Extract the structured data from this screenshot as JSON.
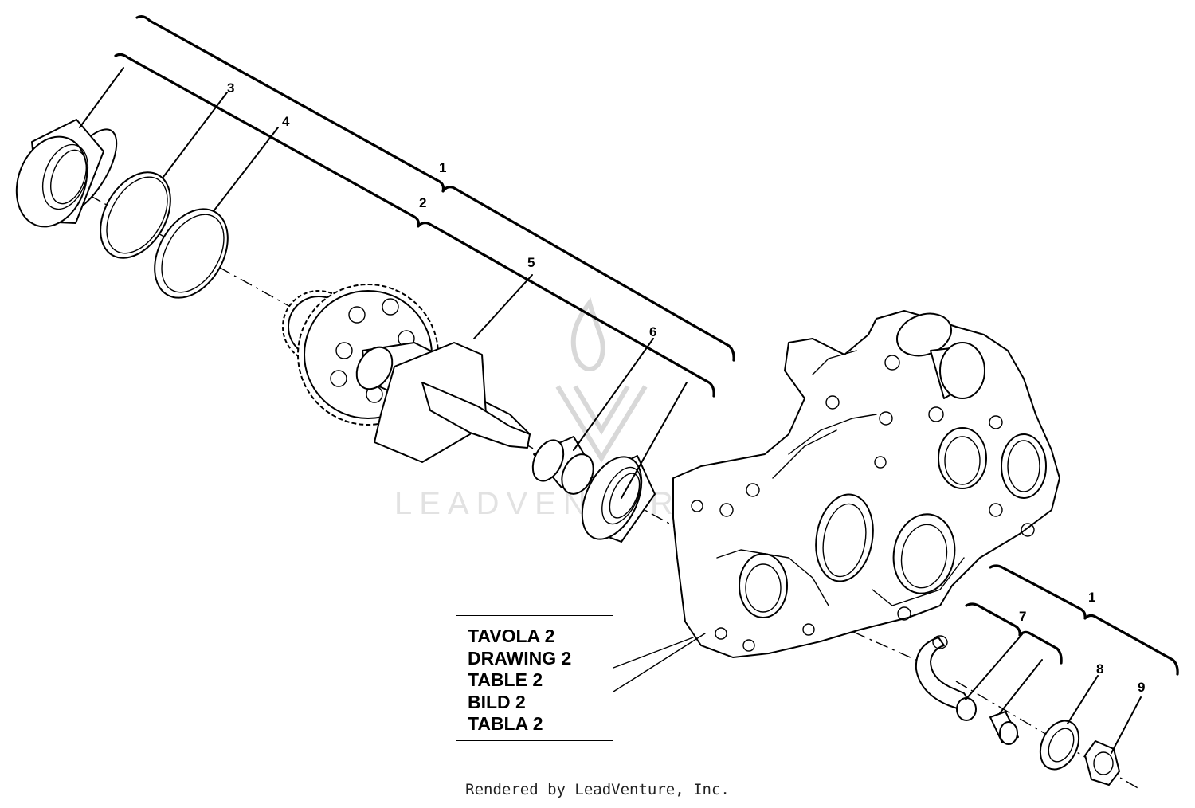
{
  "reference_box": {
    "lines": [
      "TAVOLA 2",
      "DRAWING 2",
      "TABLE 2",
      "BILD 2",
      "TABLA 2"
    ]
  },
  "footer": "Rendered by LeadVenture, Inc.",
  "watermark": "LEADVENTURE",
  "callouts": {
    "c1_top": "1",
    "c2": "2",
    "c3": "3",
    "c4": "4",
    "c5": "5",
    "c6": "6",
    "c1_right": "1",
    "c7": "7",
    "c8": "8",
    "c9": "9"
  },
  "colors": {
    "line": "#000000",
    "background": "#ffffff",
    "watermark": "#e0e0e0"
  }
}
